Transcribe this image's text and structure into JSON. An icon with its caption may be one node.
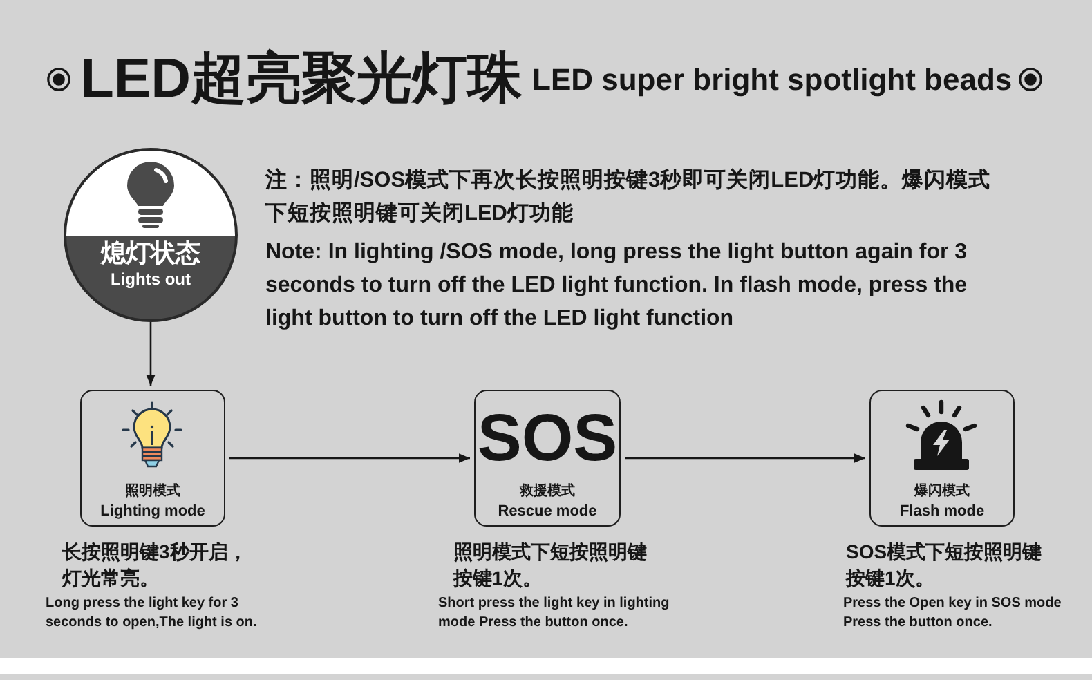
{
  "diagram": {
    "title": "LED超亮聚光灯珠",
    "nodes": [
      {
        "text": [
          "熄灯状态",
          "Lights out"
        ]
      },
      {
        "text": [
          "照明模式",
          "Lighting mode"
        ],
        "beside": [
          "长按照明键3秒开启，灯光常亮。",
          "Long press the light key for 3 seconds to open,The light is on."
        ]
      },
      {
        "text": [
          "SOS",
          "救援模式",
          "Rescue mode"
        ],
        "beside": [
          "照明模式下短按照明键按键1次。",
          "Short press the light key in lighting mode Press the button once."
        ]
      },
      {
        "text": [
          "爆闪模式",
          "Flash mode"
        ],
        "beside": [
          "SOS模式下短按照明键按键1次。",
          "Press the Open key in SOS mode Press the button once."
        ]
      }
    ],
    "edges": [
      {
        "from": 0,
        "to": 1,
        "arrow": "to"
      },
      {
        "from": 1,
        "to": 2,
        "arrow": "to"
      },
      {
        "from": 2,
        "to": 3,
        "arrow": "to"
      }
    ],
    "labels": [
      "LED super bright spotlight beads",
      "注：照明/SOS模式下再次长按照明按键3秒即可关闭LED灯功能。爆闪模式下短按照明键可关闭LED灯功能",
      "Note: In lighting /SOS mode, long press the light button again for 3 seconds to turn off the LED light function. In flash mode, press the light button to turn off the LED light function"
    ]
  }
}
